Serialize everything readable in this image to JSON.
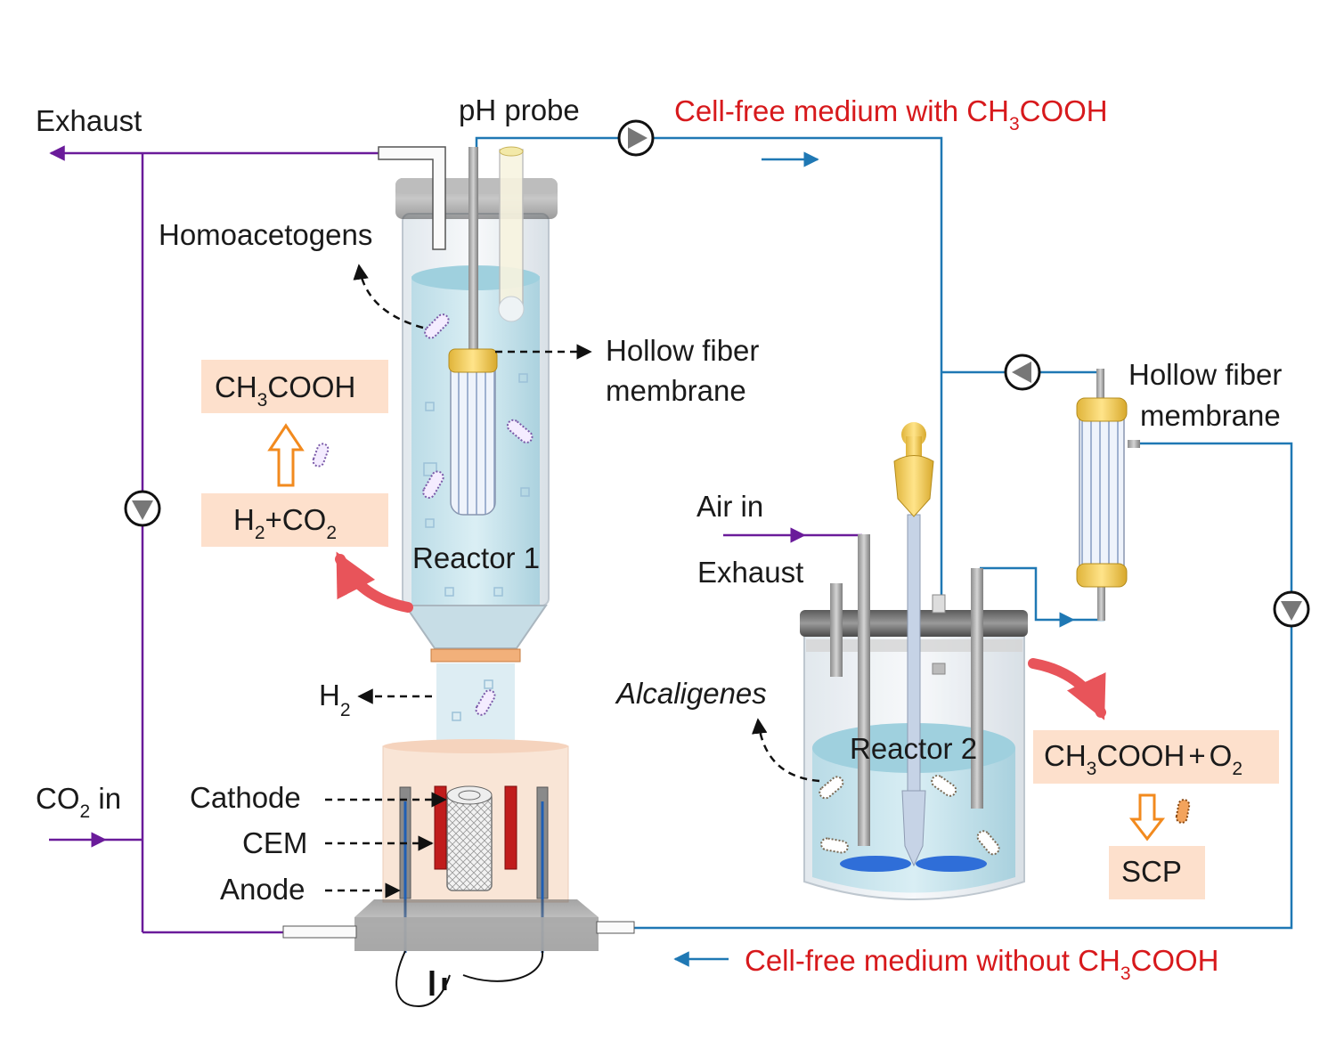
{
  "labels": {
    "exhaust_top": "Exhaust",
    "ph_probe": "pH probe",
    "flow_top": [
      "Cell-free medium with CH",
      "3",
      "COOH"
    ],
    "homoacetogens": "Homoacetogens",
    "hollow_fiber_1": [
      "Hollow fiber",
      "membrane"
    ],
    "hollow_fiber_2": [
      "Hollow fiber",
      "membrane"
    ],
    "acetic_acid_box": [
      "CH",
      "3",
      "COOH"
    ],
    "h2_co2_box": [
      "H",
      "2",
      "+CO",
      "2"
    ],
    "reactor_1": "Reactor 1",
    "air_in": "Air in",
    "exhaust_right": "Exhaust",
    "h2_out": [
      "H",
      "2"
    ],
    "alcaligenes": "Alcaligenes",
    "reactor_2": "Reactor 2",
    "acetic_o2_box": [
      "CH",
      "3",
      "COOH",
      "+",
      "O",
      "2"
    ],
    "scp_box": "SCP",
    "co2_in": [
      "CO",
      "2",
      " in"
    ],
    "cathode": "Cathode",
    "cem": "CEM",
    "anode": "Anode",
    "flow_bottom": [
      "Cell-free medium without CH",
      "3",
      "COOH"
    ]
  },
  "colors": {
    "gas_line": "#6a1b9a",
    "liquid_line": "#1f78b4",
    "highlight_text": "#d7191c",
    "label_box": "#fde0cc",
    "curved_arrow": "#e8545a",
    "product_arrow": "#f28a1e"
  }
}
